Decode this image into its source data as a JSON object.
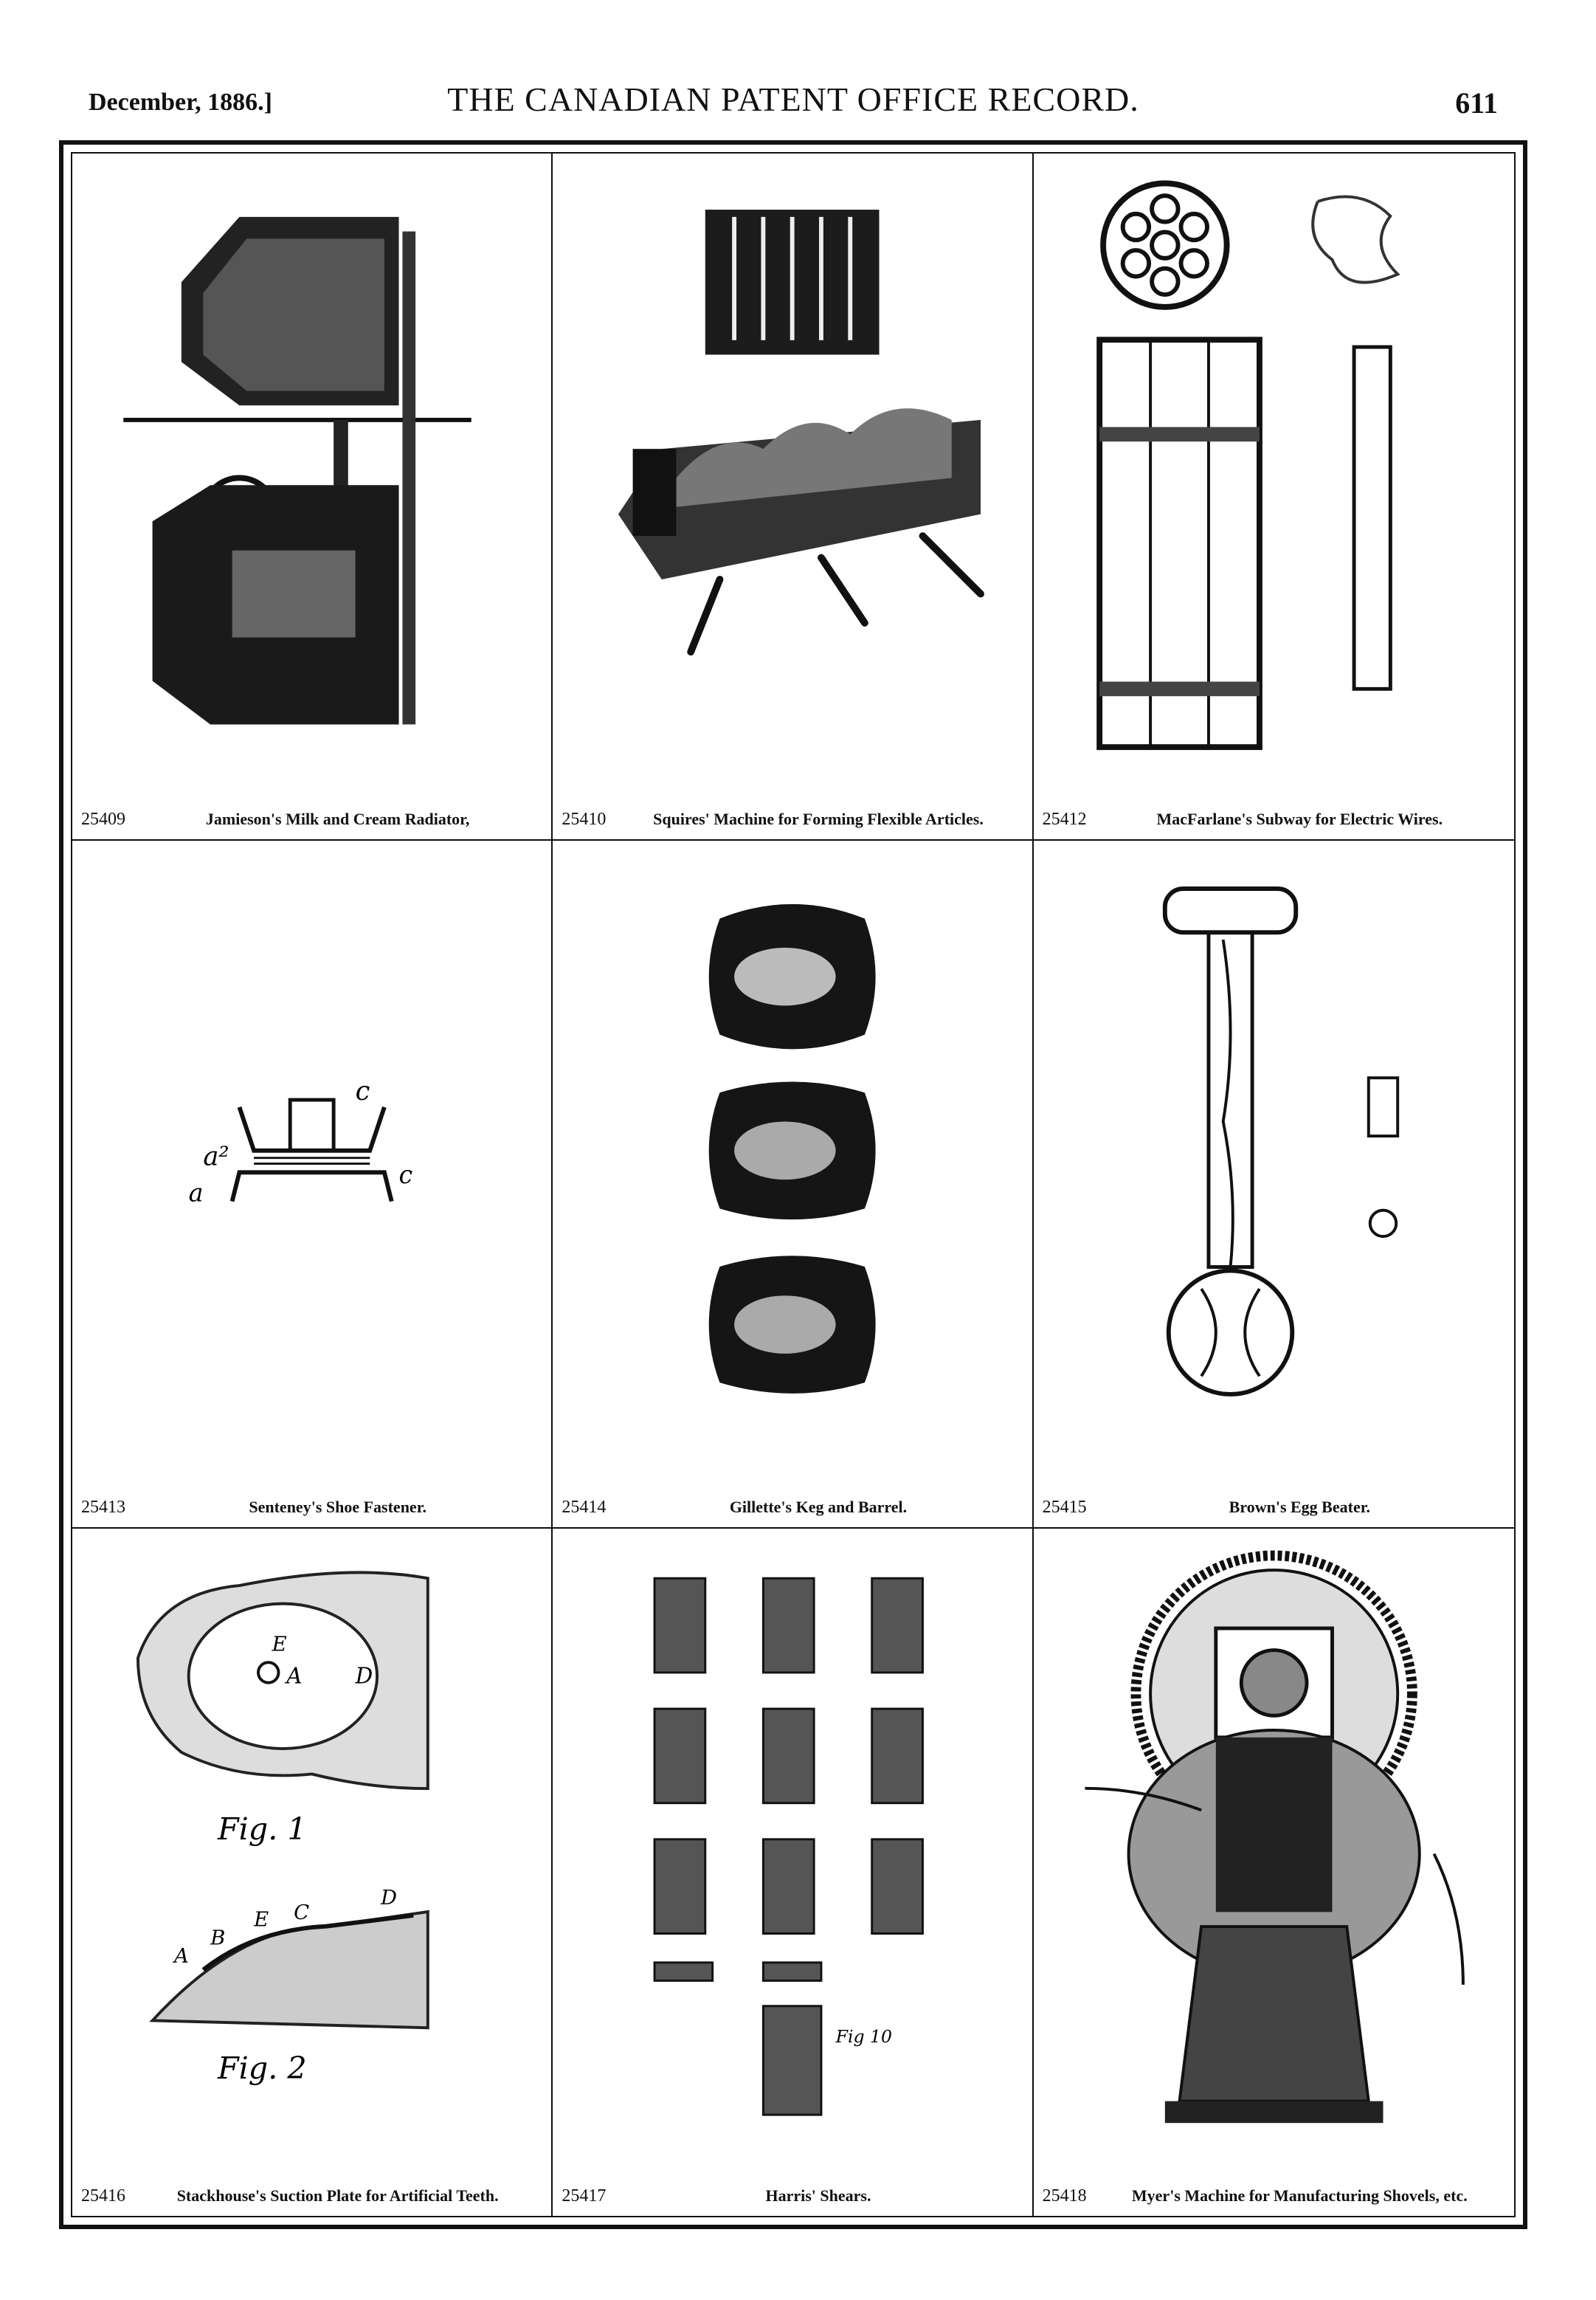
{
  "header": {
    "date": "December, 1886.]",
    "title": "THE CANADIAN PATENT OFFICE RECORD.",
    "page": "611"
  },
  "entries": [
    {
      "number": "25409",
      "title": "Jamieson's Milk and Cream Radiator,"
    },
    {
      "number": "25410",
      "title": "Squires' Machine for Forming Flexible Articles."
    },
    {
      "number": "25412",
      "title": "MacFarlane's Subway for Electric Wires."
    },
    {
      "number": "25413",
      "title": "Senteney's Shoe Fastener."
    },
    {
      "number": "25414",
      "title": "Gillette's Keg and Barrel."
    },
    {
      "number": "25415",
      "title": "Brown's Egg Beater."
    },
    {
      "number": "25416",
      "title": "Stackhouse's Suction Plate for Artificial Teeth."
    },
    {
      "number": "25417",
      "title": "Harris' Shears."
    },
    {
      "number": "25418",
      "title": "Myer's Machine for Manufacturing Shovels, etc."
    }
  ],
  "figure_labels": {
    "fig1": "Fig. 1",
    "fig2": "Fig. 2",
    "fig10": "Fig 10"
  }
}
